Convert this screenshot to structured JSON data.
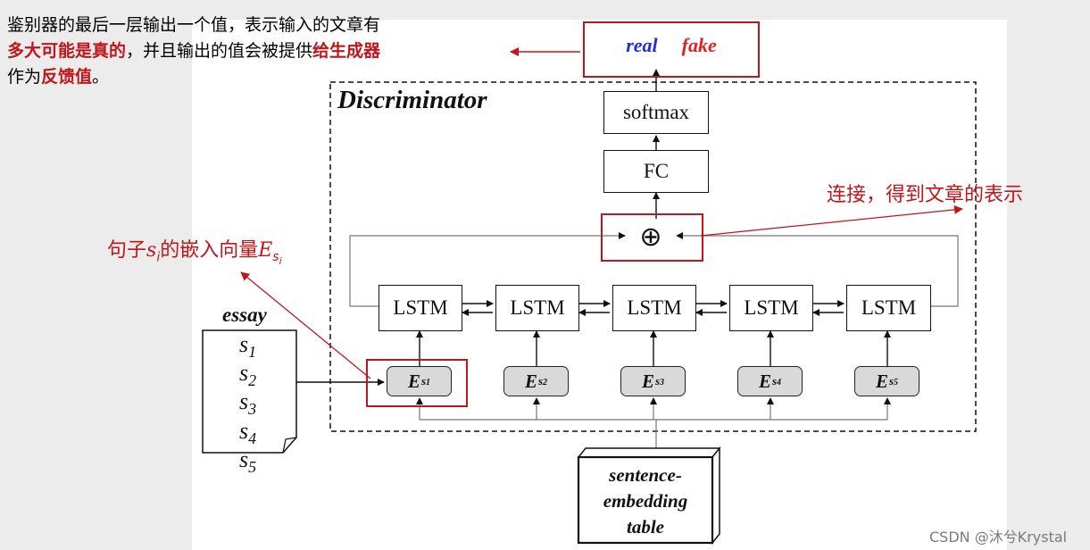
{
  "annotation_top": {
    "line1": "鉴别器的最后一层输出一个值，表示输入的文章有",
    "line2_bold_red": "多大可能是真的",
    "line2_rest": "，并且输出的值会被提供",
    "line2_bold_red2": "给生成器",
    "line3_normal": "作为",
    "line3_bold_red": "反馈值",
    "line3_end": "。"
  },
  "annotation_right": "连接，得到文章的表示",
  "annotation_left_prefix": "句子",
  "annotation_left_var": "s",
  "annotation_left_var_sub": "i",
  "annotation_left_mid": "的嵌入向量",
  "annotation_left_var2": "E",
  "annotation_left_var2_sub": "s",
  "annotation_left_var2_subsub": "i",
  "discriminator_label": "Discriminator",
  "output": {
    "real": "real",
    "fake": "fake"
  },
  "softmax_label": "softmax",
  "fc_label": "FC",
  "concat_symbol": "⊕",
  "lstm_labels": [
    "LSTM",
    "LSTM",
    "LSTM",
    "LSTM",
    "LSTM"
  ],
  "embeddings": [
    {
      "base": "E",
      "sub": "s",
      "subsub": "1"
    },
    {
      "base": "E",
      "sub": "s",
      "subsub": "2"
    },
    {
      "base": "E",
      "sub": "s",
      "subsub": "3"
    },
    {
      "base": "E",
      "sub": "s",
      "subsub": "4"
    },
    {
      "base": "E",
      "sub": "s",
      "subsub": "5"
    }
  ],
  "essay": {
    "title": "essay",
    "sentences": [
      {
        "base": "s",
        "sub": "1"
      },
      {
        "base": "s",
        "sub": "2"
      },
      {
        "base": "s",
        "sub": "3"
      },
      {
        "base": "s",
        "sub": "4"
      },
      {
        "base": "s",
        "sub": "5"
      }
    ]
  },
  "table_label": [
    "sentence-",
    "embedding",
    "table"
  ],
  "watermark": "CSDN @沐兮Krystal",
  "colors": {
    "red": "#c0161b",
    "blue": "#1f2fd6",
    "embedding_fill": "#d9d9d9",
    "background": "#ececec"
  }
}
